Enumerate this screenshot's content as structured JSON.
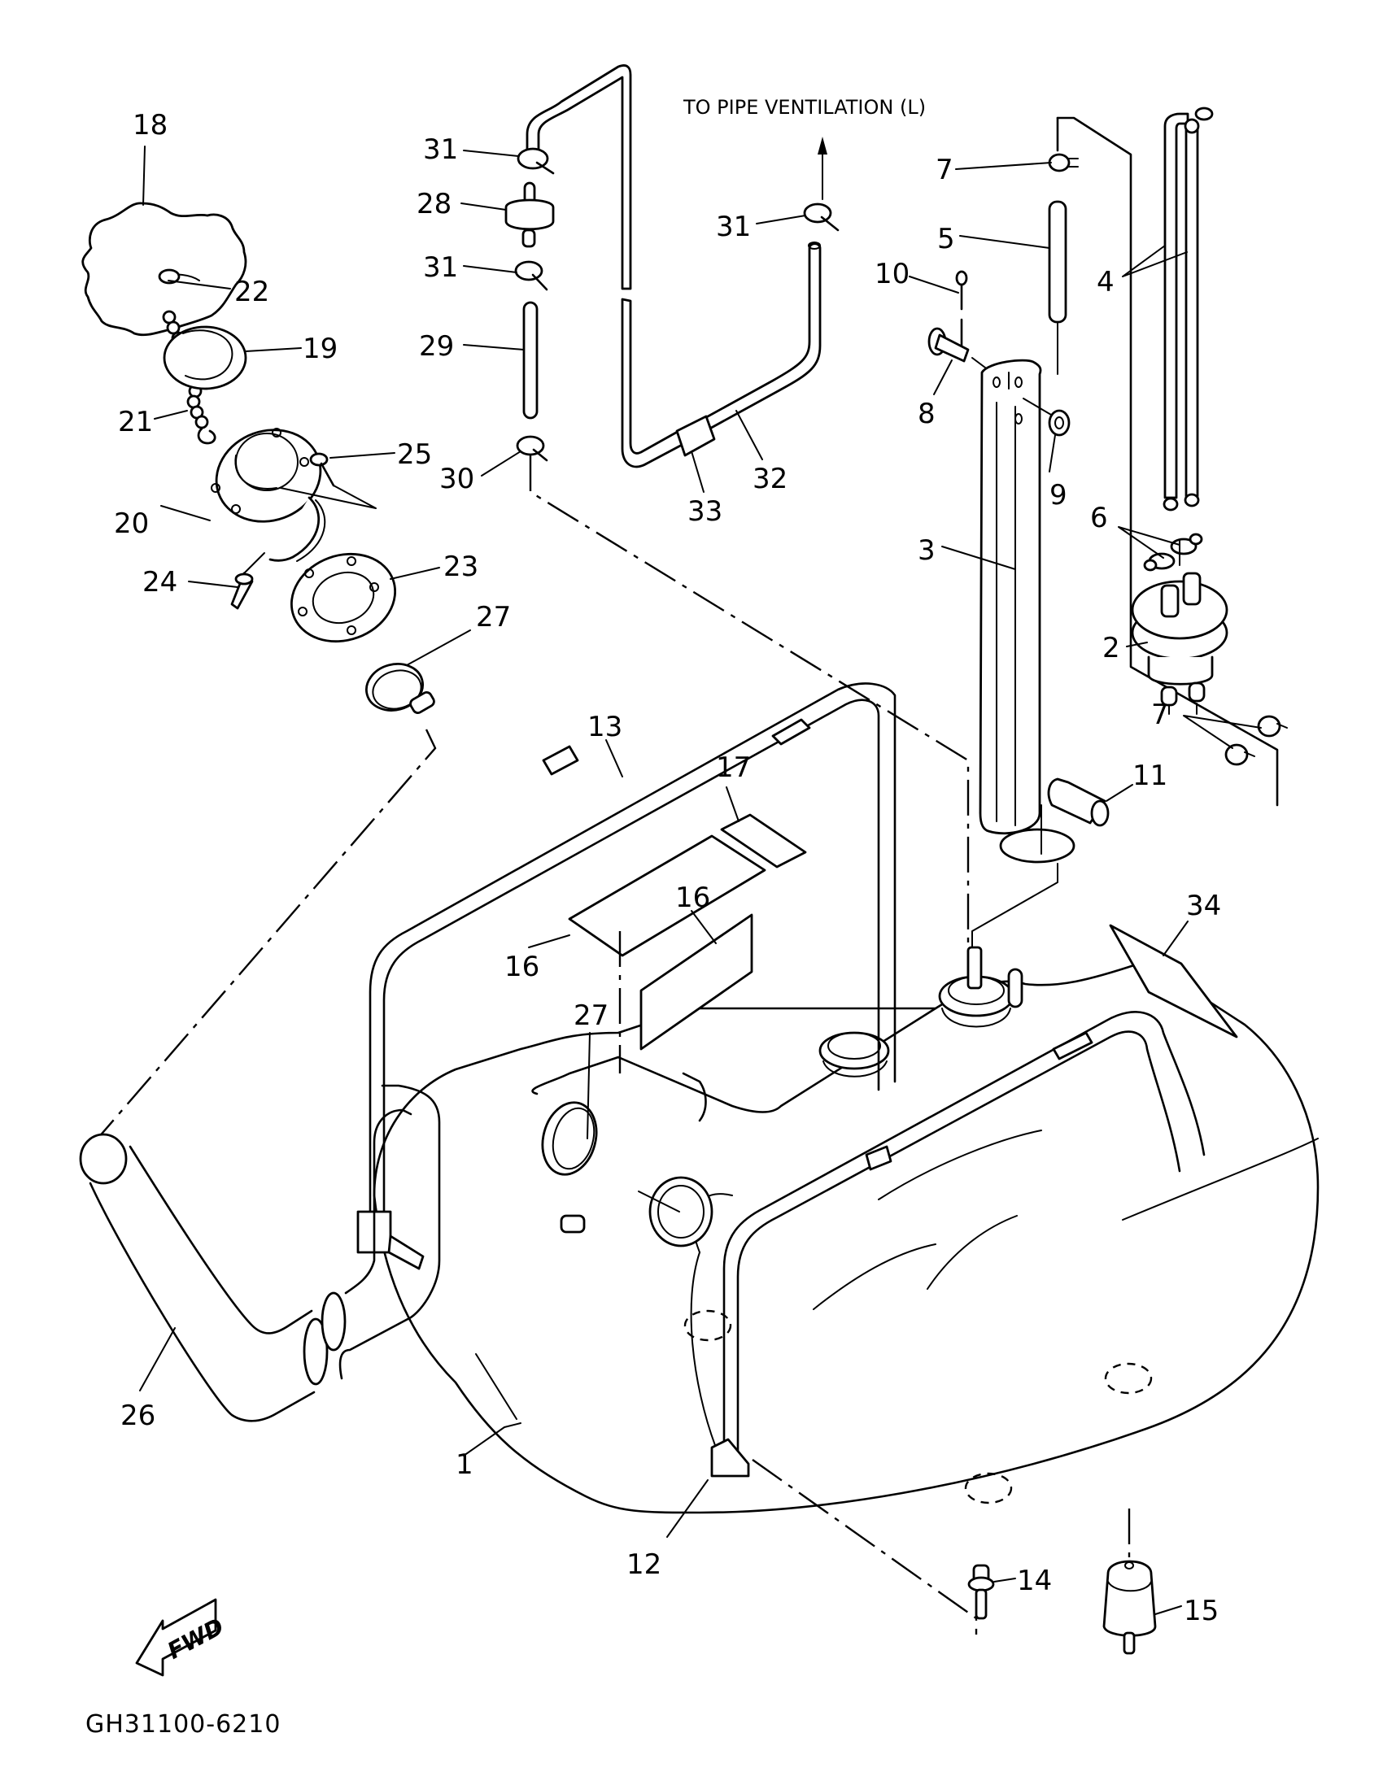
{
  "diagram": {
    "title_note": "TO PIPE VENTILATION (L)",
    "drawing_code": "GH31100-6210",
    "fwd_label": "FWD",
    "callouts": {
      "c1": "1",
      "c2": "2",
      "c3": "3",
      "c4": "4",
      "c5": "5",
      "c6": "6",
      "c7a": "7",
      "c7b": "7",
      "c8": "8",
      "c9": "9",
      "c10": "10",
      "c11": "11",
      "c12": "12",
      "c13": "13",
      "c14": "14",
      "c15": "15",
      "c16a": "16",
      "c16b": "16",
      "c17": "17",
      "c18": "18",
      "c19": "19",
      "c20": "20",
      "c21": "21",
      "c22": "22",
      "c23": "23",
      "c24": "24",
      "c25": "25",
      "c26": "26",
      "c27a": "27",
      "c27b": "27",
      "c28": "28",
      "c29": "29",
      "c30": "30",
      "c31a": "31",
      "c31b": "31",
      "c31c": "31",
      "c32": "32",
      "c33": "33",
      "c34": "34"
    }
  }
}
